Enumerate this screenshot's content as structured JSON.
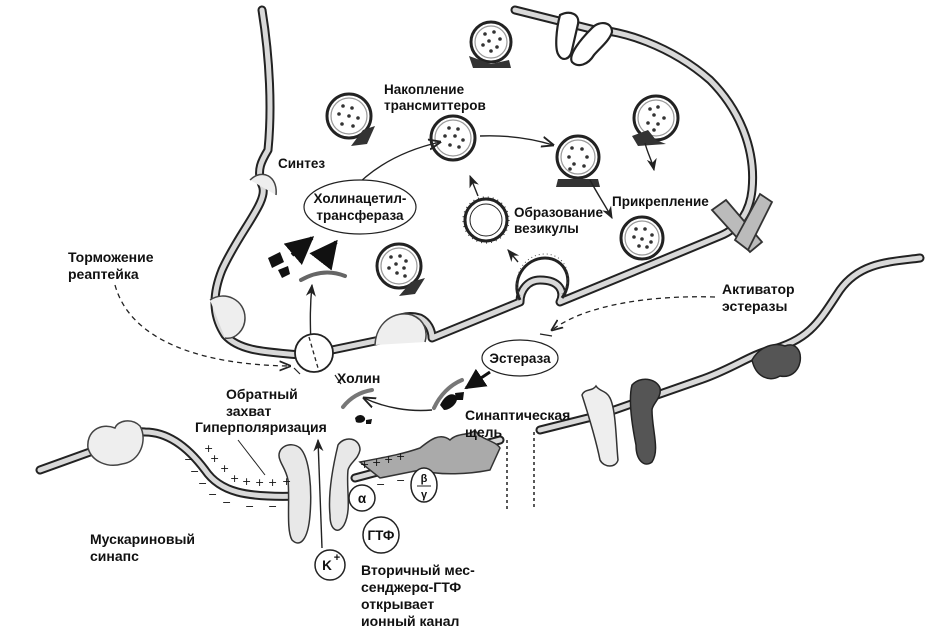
{
  "title": "Muscarinic cholinergic synapse diagram",
  "labels": {
    "synthesis": "Синтез",
    "accumulation_line1": "Накопление",
    "accumulation_line2": "трансмиттеров",
    "enzyme_cat_line1": "Холинацетил-",
    "enzyme_cat_line2": "трансфераза",
    "vesicle_formation_line1": "Образование",
    "vesicle_formation_line2": "везикулы",
    "attachment": "Прикрепление",
    "reuptake_inhibition_line1": "Торможение",
    "reuptake_inhibition_line2": "реаптейка",
    "esterase_activator_line1": "Активатор",
    "esterase_activator_line2": "эстеразы",
    "esterase": "Эстераза",
    "choline": "Холин",
    "reuptake_line1": "Обратный",
    "reuptake_line2": "захват",
    "hyperpolarization": "Гиперполяризация",
    "synaptic_cleft_line1": "Синаптическая",
    "synaptic_cleft_line2": "щель",
    "muscarinic_line1": "Мускариновый",
    "muscarinic_line2": "синапс",
    "second_messenger_line1": "Вторичный мес-",
    "second_messenger_line2": "сенджер",
    "second_messenger_alpha": "α",
    "second_messenger_gtp": "-ГТФ",
    "second_messenger_line3": "открывает",
    "second_messenger_line4": "ионный канал",
    "gtp": "ГТФ",
    "potassium": "K",
    "potassium_charge": "+",
    "alpha_subunit": "α",
    "beta_subunit": "β",
    "gamma_subunit": "γ"
  },
  "charges": {
    "plus": "+",
    "minus": "−"
  },
  "colors": {
    "ink": "#222222",
    "membrane_fill": "#d9d9d9",
    "background": "#ffffff",
    "dark_receptor": "#555555"
  }
}
